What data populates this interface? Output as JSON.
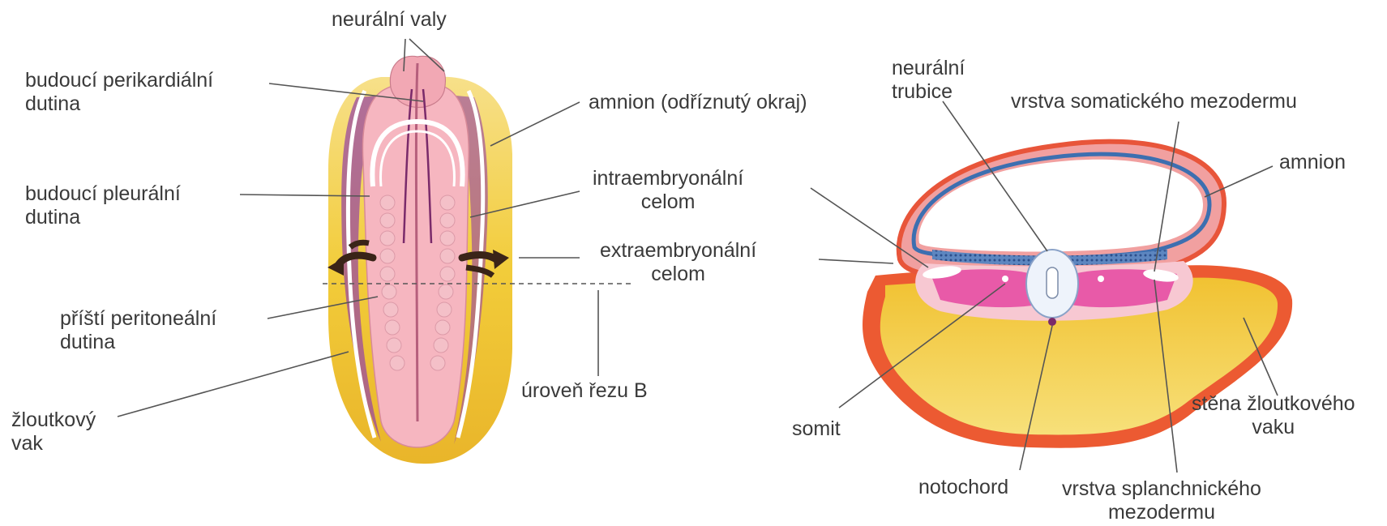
{
  "labels": {
    "neural_folds": "neurální valy",
    "future_pericardial_1": "budoucí perikardiální",
    "future_pericardial_2": "dutina",
    "future_pleural_1": "budoucí pleurální",
    "future_pleural_2": "dutina",
    "future_peritoneal_1": "příští peritoneální",
    "future_peritoneal_2": "dutina",
    "yolk_sac_1": "žloutkový",
    "yolk_sac_2": "vak",
    "amnion_cut_edge": "amnion (odříznutý okraj)",
    "intraembryonic_1": "intraembryonální",
    "intraembryonic_2": "celom",
    "extraembryonic_1": "extraembryonální",
    "extraembryonic_2": "celom",
    "section_level": "úroveň řezu B",
    "neural_tube_1": "neurální",
    "neural_tube_2": "trubice",
    "somatic_mesoderm": "vrstva somatického mezodermu",
    "amnion": "amnion",
    "somite": "somit",
    "notochord": "notochord",
    "splanchnic_1": "vrstva splanchnického",
    "splanchnic_2": "mezodermu",
    "yolk_wall_1": "stěna žloutkového",
    "yolk_wall_2": "vaku"
  },
  "colors": {
    "yolk": "#f2cc3a",
    "amnion_red": "#e8553a",
    "embryo_pink": "#f5b8c0",
    "purple": "#8a3e94",
    "mesoderm_magenta": "#e85aa8",
    "blue_dots": "#3d6fb0",
    "leader": "#555555"
  }
}
